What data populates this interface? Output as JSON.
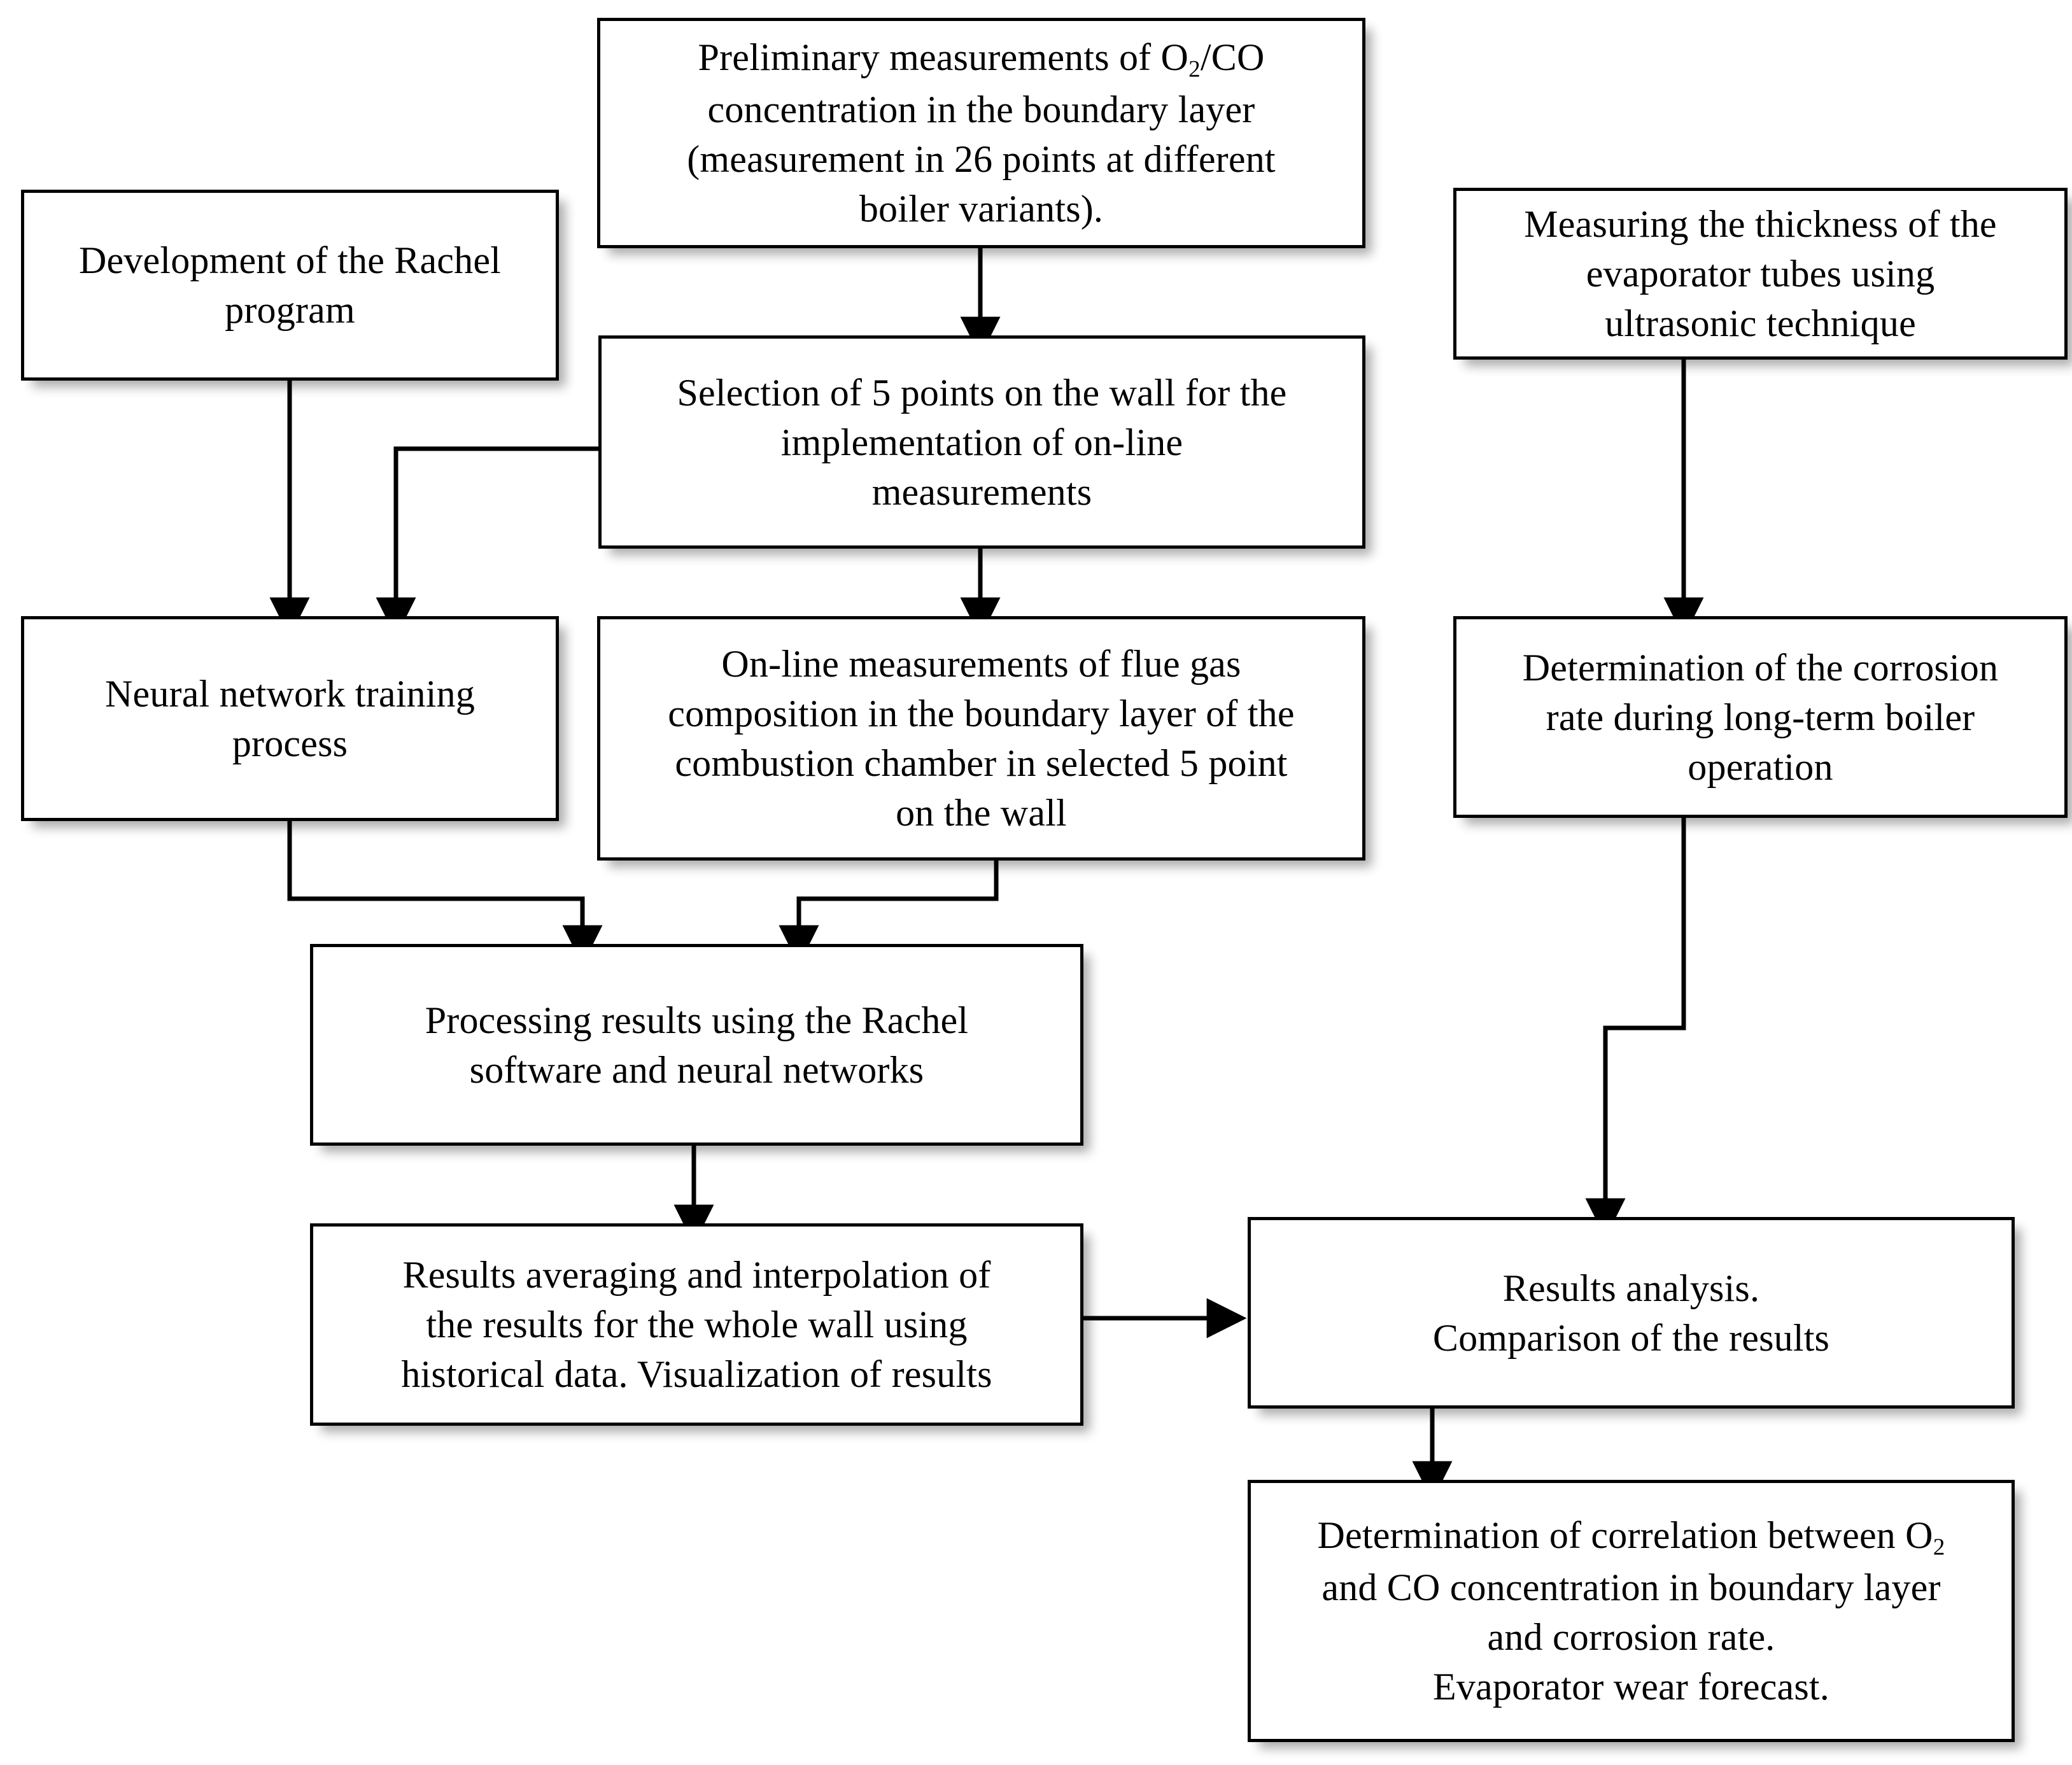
{
  "diagram": {
    "title": "Research methodology flowchart",
    "type": "flowchart",
    "line_color": "#000000",
    "box_fill": "#ffffff",
    "text_color": "#000000"
  },
  "nodes": [
    {
      "id": "development-rachel",
      "label": "Development of the Rachel\nprogram"
    },
    {
      "id": "preliminary-measurements",
      "label_line1": "Preliminary measurements of O",
      "label_sub1": "2",
      "label_line1b": "/CO",
      "label_rest": "concentration in the boundary layer\n(measurement in 26 points at different\nboiler variants)."
    },
    {
      "id": "measuring-thickness",
      "label": "Measuring the thickness of the\nevaporator tubes using\nultrasonic technique"
    },
    {
      "id": "selection-5-points",
      "label": "Selection of 5 points on the wall for the\nimplementation of on-line\nmeasurements"
    },
    {
      "id": "neural-network-training",
      "label": "Neural network training\nprocess"
    },
    {
      "id": "online-measurements",
      "label": "On-line measurements of flue gas\ncomposition in the boundary layer of the\ncombustion chamber in selected 5 point\non the wall"
    },
    {
      "id": "corrosion-rate",
      "label": "Determination of the corrosion\nrate during long-term boiler\noperation"
    },
    {
      "id": "processing-results",
      "label": "Processing results using the Rachel\nsoftware and neural networks"
    },
    {
      "id": "results-averaging",
      "label": "Results averaging and interpolation of\nthe results for the whole wall using\nhistorical data. Visualization of results"
    },
    {
      "id": "results-analysis",
      "label": "Results analysis.\nComparison of the results"
    },
    {
      "id": "correlation-determination",
      "label_line1": "Determination of correlation between O",
      "label_sub1": "2",
      "label_rest": "and CO concentration in boundary layer\nand corrosion rate.\nEvaporator wear forecast."
    }
  ],
  "edges": [
    {
      "id": "edge-preliminary-to-selection",
      "from": "preliminary-measurements",
      "to": "selection-5-points",
      "style": "straight-down"
    },
    {
      "id": "edge-development-to-neural",
      "from": "development-rachel",
      "to": "neural-network-training",
      "style": "straight-down"
    },
    {
      "id": "edge-selection-to-neural",
      "from": "selection-5-points",
      "to": "neural-network-training",
      "style": "elbow-left-down"
    },
    {
      "id": "edge-selection-to-online",
      "from": "selection-5-points",
      "to": "online-measurements",
      "style": "straight-down"
    },
    {
      "id": "edge-thickness-to-corrosion",
      "from": "measuring-thickness",
      "to": "corrosion-rate",
      "style": "straight-down"
    },
    {
      "id": "edge-neural-to-processing",
      "from": "neural-network-training",
      "to": "processing-results",
      "style": "elbow-right-down"
    },
    {
      "id": "edge-online-to-processing",
      "from": "online-measurements",
      "to": "processing-results",
      "style": "elbow-left-down"
    },
    {
      "id": "edge-processing-to-averaging",
      "from": "processing-results",
      "to": "results-averaging",
      "style": "straight-down"
    },
    {
      "id": "edge-averaging-to-analysis",
      "from": "results-averaging",
      "to": "results-analysis",
      "style": "straight-right"
    },
    {
      "id": "edge-corrosion-to-analysis",
      "from": "corrosion-rate",
      "to": "results-analysis",
      "style": "elbow-left-down"
    },
    {
      "id": "edge-analysis-to-correlation",
      "from": "results-analysis",
      "to": "correlation-determination",
      "style": "straight-down"
    }
  ]
}
